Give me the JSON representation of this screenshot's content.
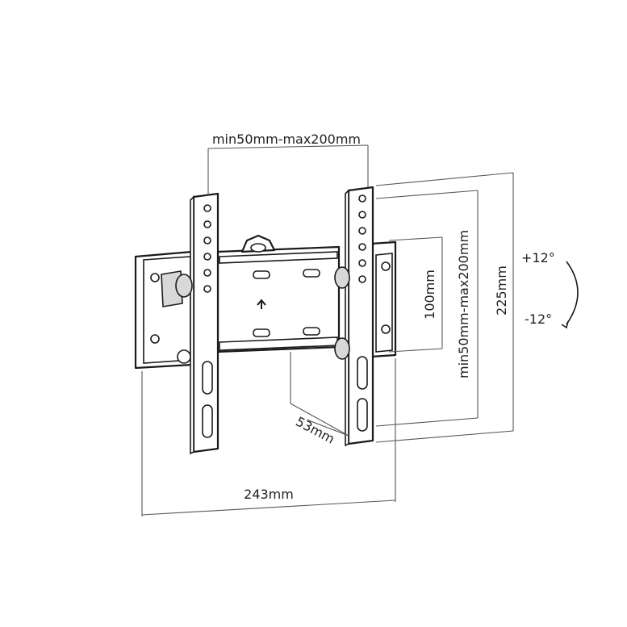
{
  "labels": {
    "width_range": "min50mm-max200mm",
    "height_range": "min50mm-max200mm",
    "vesa_100": "100mm",
    "overall_height": "225mm",
    "depth": "53mm",
    "overall_width": "243mm",
    "tilt_up": "+12°",
    "tilt_down": "-12°"
  }
}
